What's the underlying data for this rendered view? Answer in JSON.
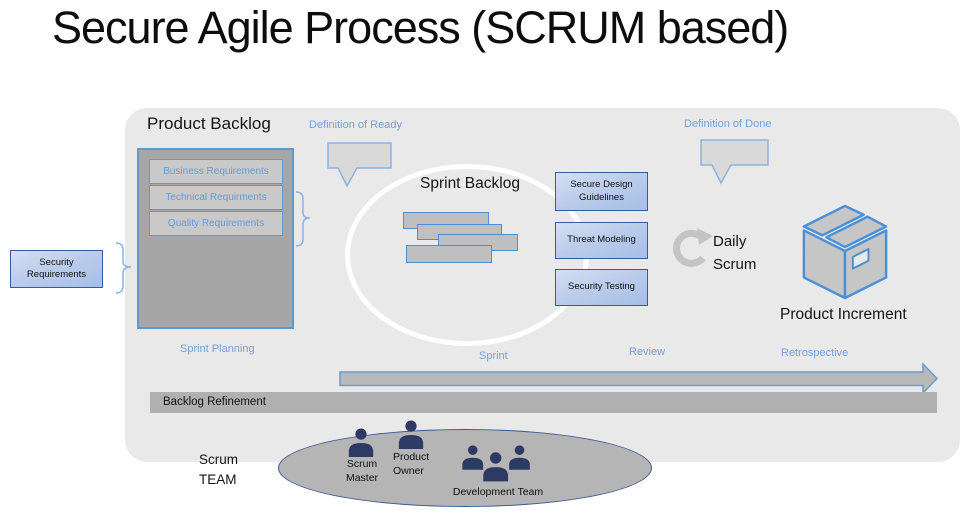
{
  "title": "Secure Agile Process (SCRUM based)",
  "colors": {
    "accent_blue": "#5b9bd5",
    "label_blue": "#74a1d8",
    "dark_box_border": "#3a5a9e",
    "dark_navy": "#2c3a64",
    "container_gray": "#e9e9e9",
    "backlog_gray": "#a6a6a6",
    "white_ellipse_stroke": "#ffffff"
  },
  "product_backlog": {
    "title": "Product Backlog",
    "items": [
      "Business Requirements",
      "Technical Requirments",
      "Quality Requirements"
    ]
  },
  "security_requirements": "Security\nRequirements",
  "definition_of_ready": "Definition of Ready",
  "definition_of_done": "Definition of Done",
  "sprint_backlog_title": "Sprint Backlog",
  "practices": [
    "Secure Design Guidelines",
    "Threat Modeling",
    "Security Testing"
  ],
  "daily_scrum": "Daily\nScrum",
  "product_increment": "Product Increment",
  "stages": {
    "sprint_planning": "Sprint Planning",
    "sprint": "Sprint",
    "review": "Review",
    "retrospective": "Retrospective"
  },
  "backlog_refinement": "Backlog Refinement",
  "scrum_team": {
    "label": "Scrum\nTEAM",
    "scrum_master": "Scrum\nMaster",
    "product_owner": "Product\nOwner",
    "development_team": "Development Team"
  }
}
